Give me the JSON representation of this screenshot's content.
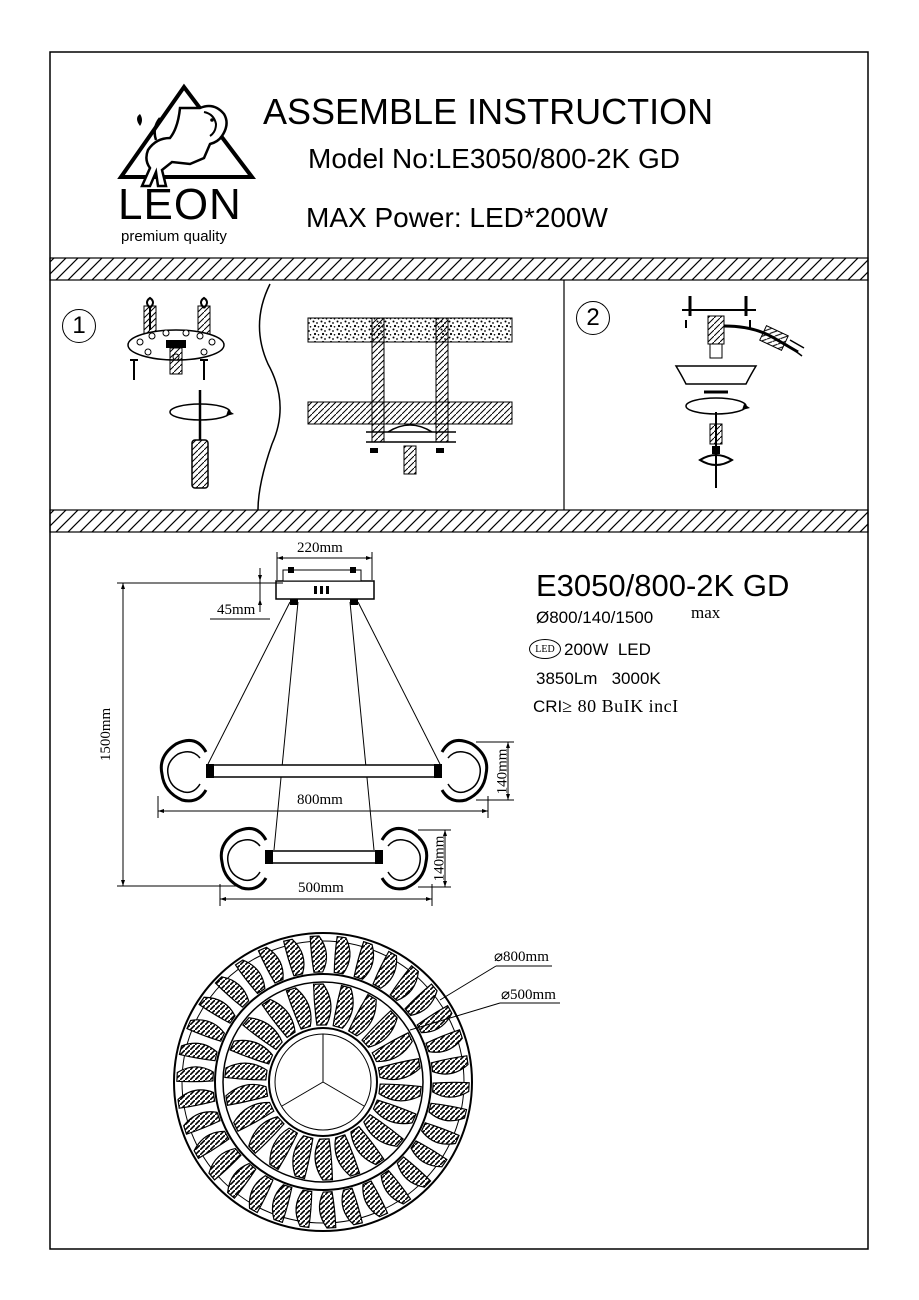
{
  "header": {
    "brand_name": "LEON",
    "brand_tagline": "premium quality",
    "title": "ASSEMBLE INSTRUCTION",
    "model_line": "Model No:LE3050/800-2K GD",
    "power_line": "MAX Power: LED*200W",
    "logo_icon": "lion-triangle-icon"
  },
  "steps": [
    {
      "number": "1",
      "icons": [
        "mounting-plate-icon",
        "screwdriver-icon",
        "ceiling-bolt-section-icon"
      ]
    },
    {
      "number": "2",
      "icons": [
        "wire-connection-icon",
        "canopy-icon",
        "suspension-cable-icon"
      ]
    }
  ],
  "dimensions": {
    "canopy_width": "220mm",
    "canopy_height": "45mm",
    "total_height": "1500mm",
    "outer_width": "800mm",
    "outer_ring_height": "140mm",
    "inner_width": "500mm",
    "inner_ring_height": "140mm",
    "outer_diameter": "⌀800mm",
    "inner_diameter": "⌀500mm"
  },
  "specs": {
    "product_code": "E3050/800-2K GD",
    "size": "Ø800/140/1500",
    "size_suffix": "max",
    "led_badge": "LED",
    "power": "200W  LED",
    "lumen_color": "3850Lm   3000K",
    "cri_prefix": "CRI",
    "cri_value": "≥ 80 BuIK incI"
  },
  "colors": {
    "ink": "#000000",
    "paper": "#ffffff"
  }
}
